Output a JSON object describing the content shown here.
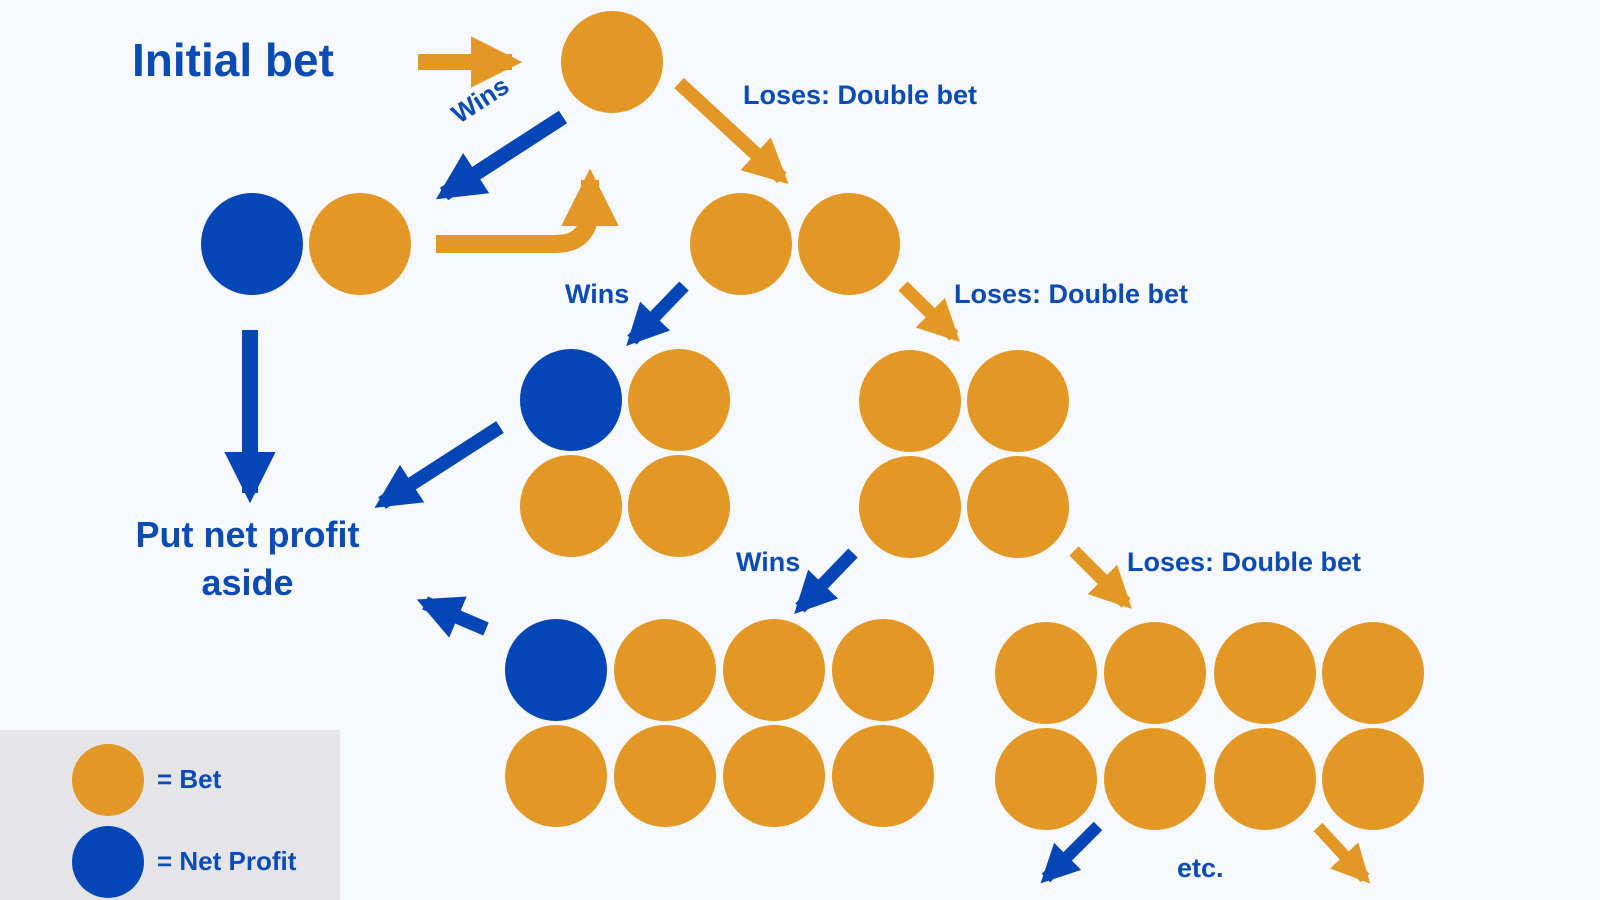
{
  "colors": {
    "bet": "#e39724",
    "profit": "#0446b5",
    "text": "#0a4bb5",
    "legend_bg": "#e5e5e7"
  },
  "title": "Initial bet",
  "labels": {
    "wins": "Wins",
    "loses": "Loses: Double bet",
    "put_aside": "Put net profit aside",
    "etc": "etc."
  },
  "legend": {
    "bet": "= Bet",
    "net_profit": "= Net Profit"
  }
}
